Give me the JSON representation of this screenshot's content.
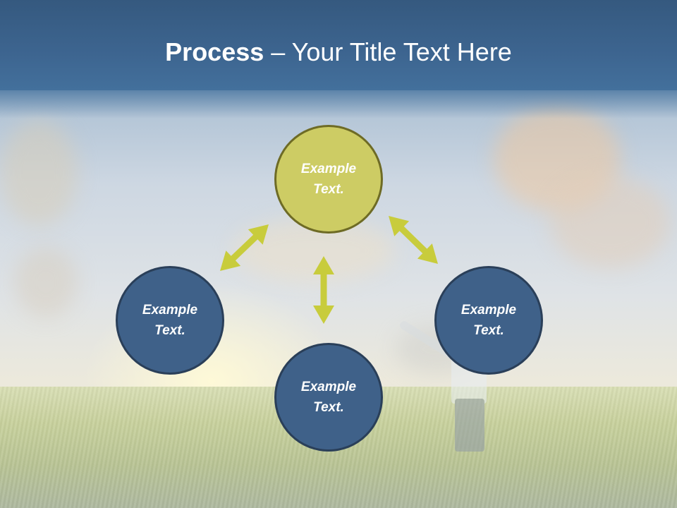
{
  "title": {
    "bold_part": "Process",
    "rest_part": " – Your Title Text Here"
  },
  "diagram": {
    "nodes": [
      {
        "id": "top",
        "label": "Example\nText.",
        "color": "#cdcc64"
      },
      {
        "id": "left",
        "label": "Example\nText.",
        "color": "#3f6189"
      },
      {
        "id": "right",
        "label": "Example\nText.",
        "color": "#3f6189"
      },
      {
        "id": "bottom",
        "label": "Example\nText.",
        "color": "#3f6189"
      }
    ],
    "arrow_color": "#c8cc3c"
  }
}
